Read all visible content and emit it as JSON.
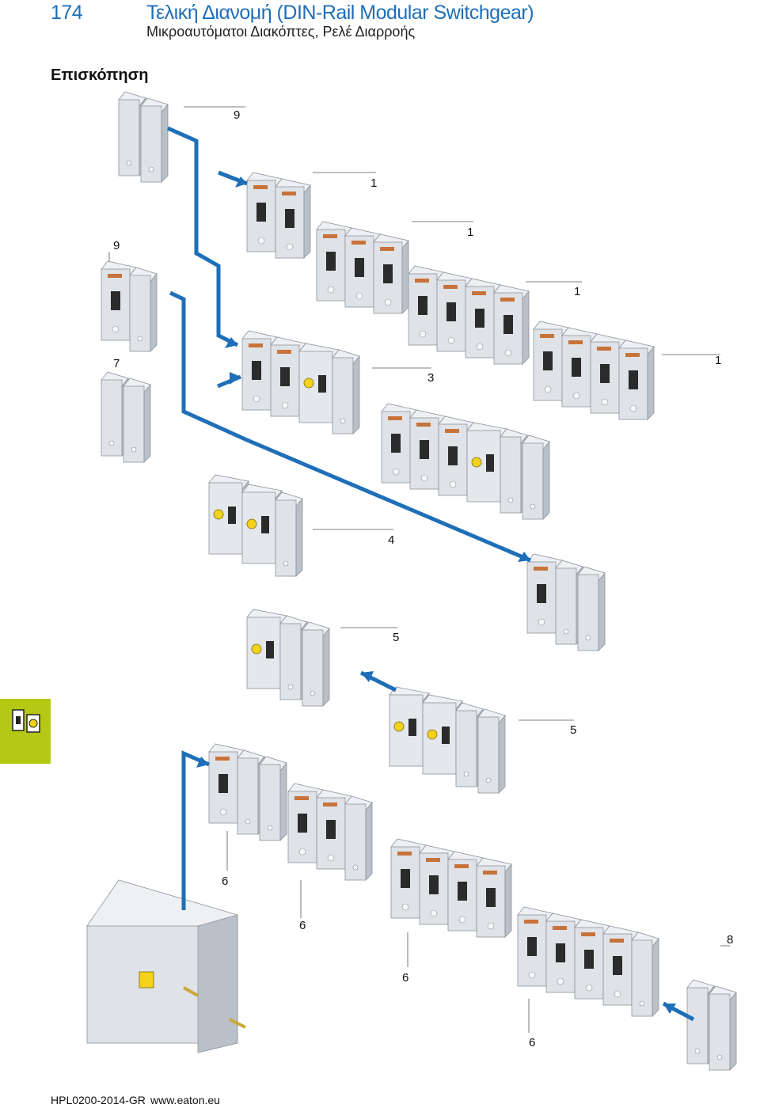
{
  "header": {
    "page_number": "174",
    "title": "Τελική Διανομή (DIN-Rail Modular Switchgear)",
    "subtitle": "Μικροαυτόματοι Διακόπτες, Ρελέ Διαρροής"
  },
  "section_title": "Επισκόπηση",
  "callouts": {
    "c1": "9",
    "c2": "1",
    "c3": "1",
    "c4": "9",
    "c5": "1",
    "c6": "7",
    "c7": "3",
    "c8": "1",
    "c9": "4",
    "c10": "5",
    "c11": "5",
    "c12": "6",
    "c13": "6",
    "c14": "8",
    "c15": "6",
    "c16": "6"
  },
  "colors": {
    "accent_blue": "#1e6fb8",
    "tab_green": "#b5c815",
    "device_grey": "#d9dde2",
    "handle_dark": "#2b2b2b",
    "test_button_yellow": "#f2d21a"
  },
  "footer": {
    "doc_code": "HPL0200-2014-GR",
    "url": "www.eaton.eu"
  }
}
